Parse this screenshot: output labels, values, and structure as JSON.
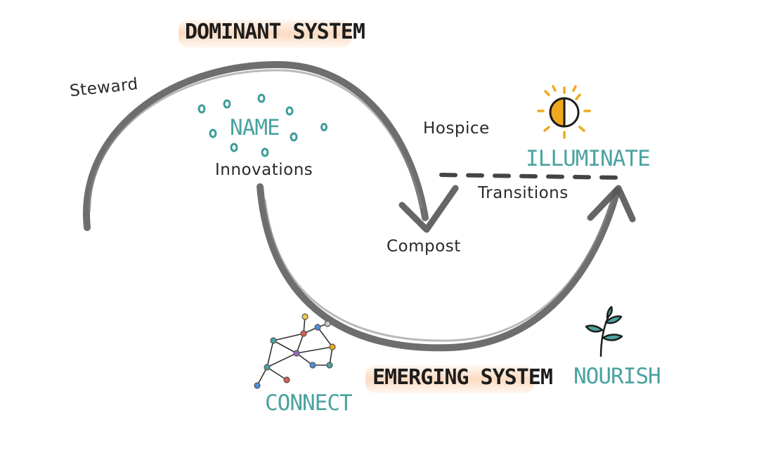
{
  "titles": {
    "dominant": "DOMINANT SYSTEM",
    "emerging": "EMERGING SYSTEM"
  },
  "stages": {
    "name": "NAME",
    "illuminate": "ILLUMINATE",
    "connect": "CONNECT",
    "nourish": "NOURISH"
  },
  "labels": {
    "steward": "Steward",
    "innovations": "Innovations",
    "hospice": "Hospice",
    "compost": "Compost",
    "transitions": "Transitions"
  },
  "colors": {
    "teal": "#4aa3a0",
    "highlight": "#fcd9be",
    "curve": "#555555",
    "sun": "#f0a81c",
    "ink": "#1d1d1d"
  },
  "icons": {
    "sun": "sun-icon",
    "network": "network-icon",
    "sprout": "sprout-icon",
    "seeds": "seeds-icon"
  }
}
